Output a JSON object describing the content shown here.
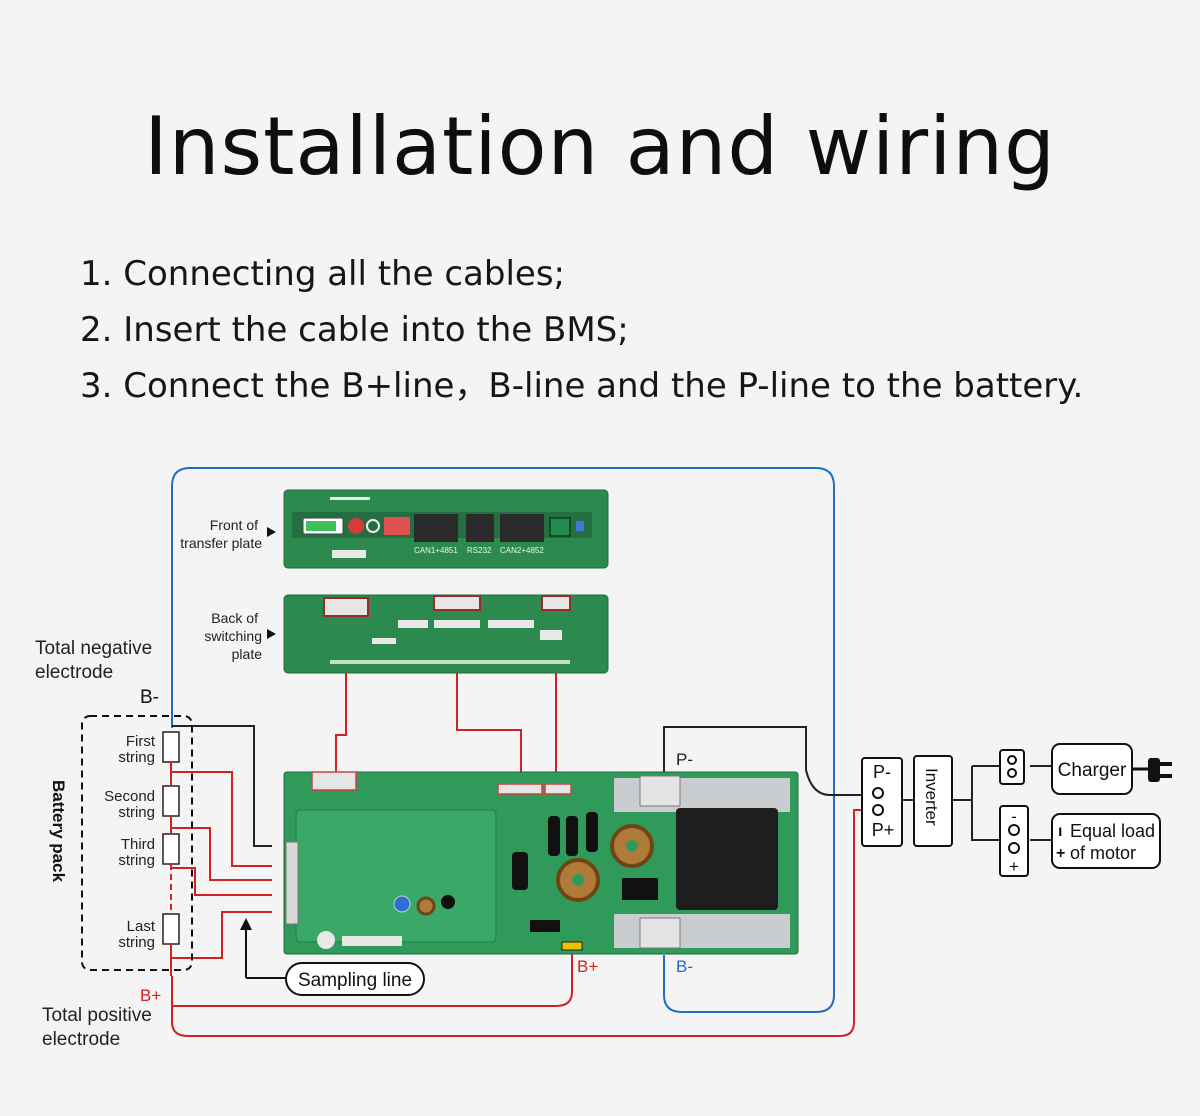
{
  "page": {
    "title": "Installation and wiring",
    "steps": [
      "1. Connecting all the cables;",
      "2. Insert the cable into the BMS;",
      "3. Connect the  B+line，B-line and the P-line to the battery."
    ]
  },
  "diagram": {
    "front_plate_label": [
      "Front of",
      "transfer plate"
    ],
    "back_plate_label": [
      "Back of",
      "switching",
      "plate"
    ],
    "port_labels": [
      "CAN1+4851",
      "RS232",
      "CAN2+4852"
    ],
    "total_negative": [
      "Total negative",
      "electrode"
    ],
    "total_positive": [
      "Total positive",
      "electrode"
    ],
    "b_minus": "B-",
    "b_plus": "B+",
    "battery_pack": "Battery pack",
    "strings": [
      [
        "First",
        "string"
      ],
      [
        "Second",
        "string"
      ],
      [
        "Third",
        "string"
      ],
      [
        "Last",
        "string"
      ]
    ],
    "sampling_line": "Sampling line",
    "board_b_plus": "B+",
    "board_b_minus": "B-",
    "board_p_minus": "P-",
    "terminal_p_minus": "P-",
    "terminal_p_plus": "P+",
    "inverter": "Inverter",
    "charger": "Charger",
    "load": [
      "Equal load",
      "of motor"
    ],
    "load_minus": "-",
    "load_plus": "+",
    "colors": {
      "blue": "#1f6fc0",
      "red": "#d32020",
      "black": "#222222",
      "pcb": "#2f9a5a"
    }
  }
}
